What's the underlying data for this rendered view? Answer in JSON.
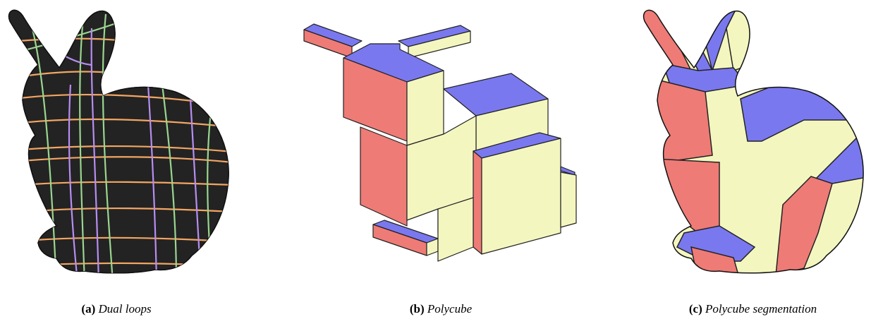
{
  "figure": {
    "panels": [
      {
        "tag": "(a)",
        "caption": "Dual loops"
      },
      {
        "tag": "(b)",
        "caption": "Polycube"
      },
      {
        "tag": "(c)",
        "caption": "Polycube segmentation"
      }
    ]
  }
}
